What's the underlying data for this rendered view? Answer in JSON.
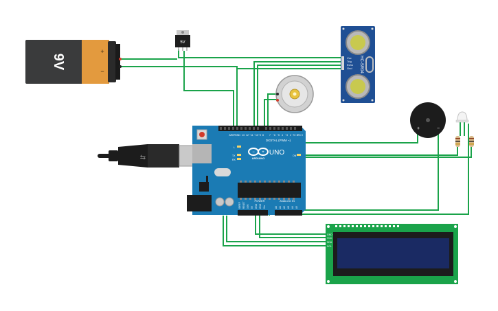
{
  "battery": {
    "label": "9V",
    "plus": "+",
    "minus": "−"
  },
  "regulator": {
    "label": "5V"
  },
  "ultrasonic": {
    "model": "HC-SR04",
    "pins": [
      "Vcc",
      "Trig",
      "Echo",
      "Gnd"
    ]
  },
  "buzzer": {
    "plus": "+",
    "minus": "−"
  },
  "arduino": {
    "brand": "ARDUINO",
    "model": "UNO",
    "digital_header": "DIGITAL (PWM ~)",
    "power_header": "POWER",
    "analog_header": "ANALOG IN",
    "aref": "AREF",
    "gnd": "GND",
    "digital_pins": [
      "13",
      "12",
      "~11",
      "~10",
      "~9",
      "8",
      "7",
      "~6",
      "~5",
      "4",
      "~3",
      "2",
      "TX 1",
      "RX 0"
    ],
    "power_pins": [
      "IOREF",
      "RESET",
      "3.3V",
      "5V",
      "GND",
      "GND",
      "Vin"
    ],
    "analog_pins": [
      "A0",
      "A1",
      "A2",
      "A3",
      "A4",
      "A5"
    ],
    "led_labels": [
      "L",
      "TX",
      "RX",
      "ON"
    ]
  },
  "lcd": {
    "pins": [
      "GND",
      "VCC",
      "SDA",
      "SCL"
    ]
  },
  "colors": {
    "wire": "#1aa34a",
    "board": "#1b7bb4",
    "sensor": "#1f4f94",
    "lcd_screen": "#1a2a63"
  }
}
